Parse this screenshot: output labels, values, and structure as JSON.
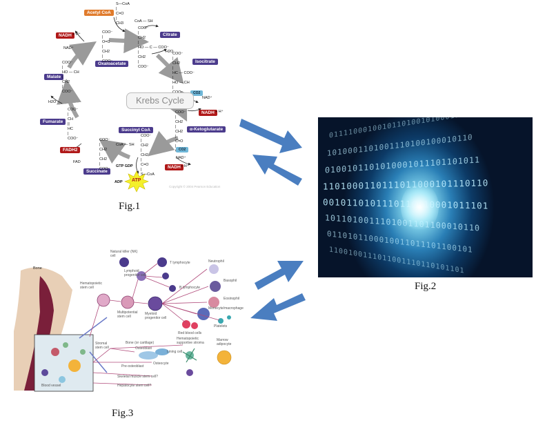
{
  "figures": {
    "fig1": {
      "caption": "Fig.1"
    },
    "fig2": {
      "caption": "Fig.2"
    },
    "fig3": {
      "caption": "Fig.3"
    }
  },
  "krebs": {
    "title": "Krebs Cycle",
    "labels": {
      "acetyl_coa": "Acetyl CoA",
      "citrate": "Citrate",
      "isocitrate": "Isocitrate",
      "alpha_ketoglutarate": "α-Ketoglutarate",
      "succinyl_coa": "Succinyl CoA",
      "succinate": "Succinate",
      "fumarate": "Fumarate",
      "malate": "Malate",
      "oxaloacetate": "Oxaloacetate",
      "nadh_1": "NADH",
      "nadh_2": "NADH",
      "nadh_3": "NADH",
      "fadh2": "FADH2",
      "atp": "ATP"
    },
    "molecules": {
      "acetyl": "S—CoA\n|\nC=O\n|\nCH3",
      "coa_sh_top": "CoA — SH",
      "citrate": "COO⁻\n|\nCH2\n|\nHO — C — COO⁻\n|\nCH2\n|\nCOO⁻",
      "isocitrate": "COO⁻\n|\nCH2\n|\nHC — COO⁻\n|\nHO — CH\n|\nCOO⁻",
      "ketoglutarate": "COO⁻\n|\nCH2\n|\nCH2\n|\nC=O\n|\nCOO⁻",
      "succinyl": "COO⁻\n|\nCH2\n|\nCH2\n|\nC=O\n|\nS—CoA",
      "succinate": "COO⁻\n|\nCH2\n|\nCH2\n|\nCOO⁻",
      "fumarate": "COO⁻\n|\nCH\n||\nHC\n|\nCOO⁻",
      "malate": "COO⁻\n|\nHO — CH\n|\nCH2\n|\nCOO⁻",
      "oxaloacetate": "COO⁻\n|\nO=C\n|\nCH2\n|\nCOO⁻"
    },
    "cofactors": {
      "h_plus": "+ H⁺",
      "nad_plus": "NAD⁺",
      "h2o": "H2O",
      "co2": "CO2",
      "fad": "FAD",
      "gtp_gdp": "GTP GDP",
      "adp": "ADP",
      "coa_sh": "CoA — SH"
    },
    "credit": "Copyright © 2004 Pearson Education"
  },
  "binary": {
    "rows": [
      "0111100010010110100101000110",
      "1010001101001110100100010110",
      "0100101101010001011101101011",
      "1101000110111011000101110110",
      "0010110101110110010001011101",
      "1011010011101001101100010110",
      "0110101100010011011101100101",
      "1100100111011001110110101101"
    ]
  },
  "stemcell": {
    "labels": {
      "bone": "Bone",
      "hematopoietic": "Hematopoietic stem cell",
      "multipotential": "Multipotential stem cell",
      "myeloid": "Myeloid progenitor cell",
      "lymphoid": "Lymphoid progenitor cell",
      "natural_killer": "Natural killer (NK) cell",
      "t_lymphocyte": "T lymphocyte",
      "b_lymphocyte": "B lymphocyte",
      "neutrophil": "Neutrophil",
      "basophil": "Basophil",
      "eosinophil": "Eosinophil",
      "monocyte": "Monocyte/macrophage",
      "platelets": "Platelets",
      "red_cells": "Red blood cells",
      "stromal": "Stromal stem cell",
      "bone_cartilage": "Bone (or cartilage)",
      "osteoblast": "Osteoblast",
      "osteocyte": "Osteocyte",
      "lining_cell": "Lining cell",
      "pre_osteoblast": "Pre-osteoblast",
      "skeletal_muscle": "Skeletal muscle stem cell?",
      "hepatocyte": "Hepatocyte stem cell?",
      "hematopoietic_supportive": "Hematopoietic supportive stroma",
      "adipocyte": "Marrow adipocyte",
      "blood_vessel": "Blood vessel"
    }
  },
  "colors": {
    "arrow": "#4a7ec0",
    "krebs_purple": "#4b3b8c",
    "krebs_red": "#b01818",
    "krebs_orange": "#e07b2c",
    "binary_bg": "#061020",
    "binary_glow": "#c8f6ff"
  }
}
